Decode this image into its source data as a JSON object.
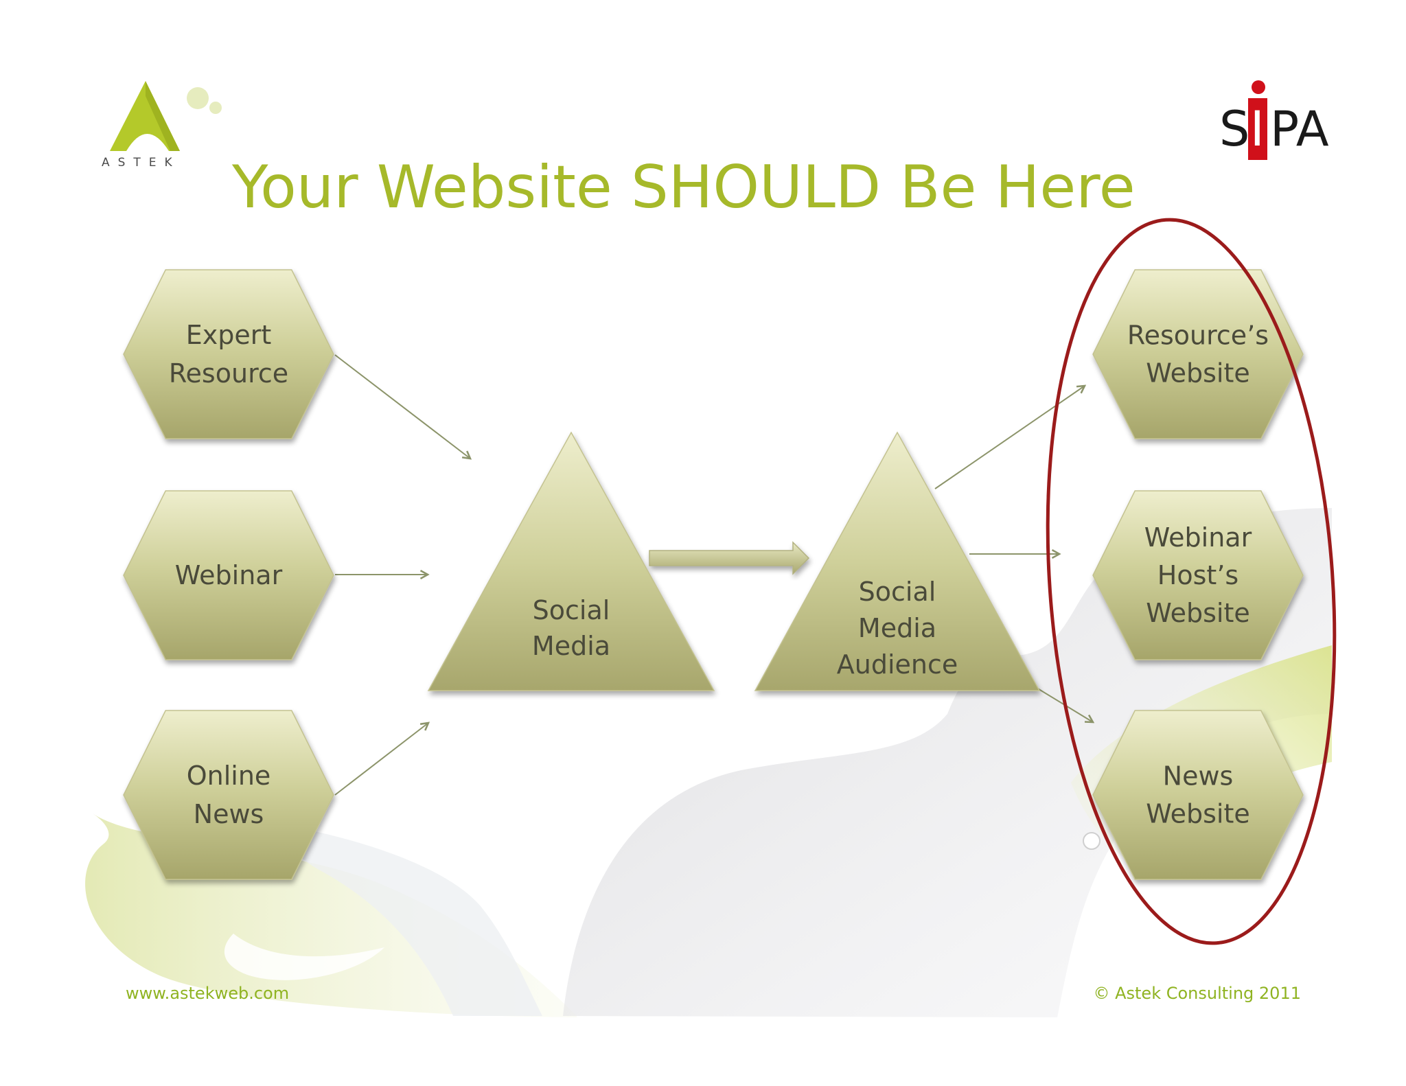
{
  "slide": {
    "title": "Your Website SHOULD Be Here",
    "footer_left": "www.astekweb.com",
    "footer_right": "© Astek Consulting 2011"
  },
  "logos": {
    "left": {
      "name": "astek-logo",
      "text": "ASTEK",
      "color": "#a6c22b"
    },
    "right": {
      "name": "sipa-logo",
      "text": "SIPA",
      "accent": "#d0101a"
    }
  },
  "sources": [
    {
      "id": "expert-resource",
      "lines": [
        "Expert",
        "Resource"
      ]
    },
    {
      "id": "webinar",
      "lines": [
        "Webinar"
      ]
    },
    {
      "id": "online-news",
      "lines": [
        "Online",
        "News"
      ]
    }
  ],
  "hubs": [
    {
      "id": "social-media",
      "lines": [
        "Social",
        "Media"
      ]
    },
    {
      "id": "social-media-audience",
      "lines": [
        "Social",
        "Media",
        "Audience"
      ]
    }
  ],
  "destinations": [
    {
      "id": "resources-website",
      "lines": [
        "Resource’s",
        "Website"
      ]
    },
    {
      "id": "webinar-hosts-website",
      "lines": [
        "Webinar",
        "Host’s",
        "Website"
      ]
    },
    {
      "id": "news-website",
      "lines": [
        "News",
        "Website"
      ]
    }
  ],
  "colors": {
    "title": "#a6b92a",
    "shape_light": "#ebecc8",
    "shape_dark": "#a7a66c",
    "shape_text": "#4a4a3a",
    "arrow": "#8c946a",
    "highlight_ellipse": "#9b1b1b",
    "footer": "#8fb321"
  }
}
